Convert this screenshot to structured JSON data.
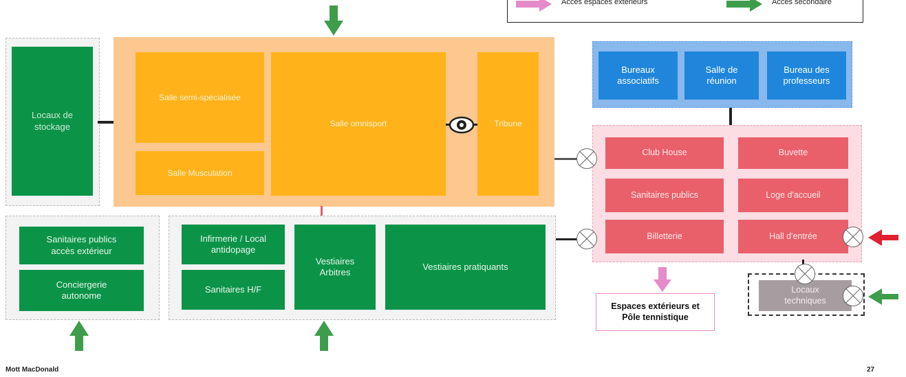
{
  "legend": {
    "item1": "Accès espaces extérieurs",
    "item2": "Accès secondaire",
    "item1_color": "#e58bc9",
    "item2_color": "#3e9d4b"
  },
  "spaces": {
    "locaux_stockage": "Locaux de\nstockage",
    "salle_semi": "Salle semi-spécialisée",
    "salle_musculation": "Salle Musculation",
    "salle_omnisport": "Salle omnisport",
    "tribune": "Tribune",
    "bureaux_associatifs": "Bureaux\nassociatifs",
    "salle_reunion": "Salle de\nréunion",
    "bureau_professeurs": "Bureau des\nprofesseurs",
    "club_house": "Club House",
    "buvette": "Buvette",
    "sanitaires_publics": "Sanitaires publics",
    "loge_accueil": "Loge d'accueil",
    "billetterie": "Billetterie",
    "hall_entree": "Hall d'entrée",
    "sanitaires_ext": "Sanitaires publics\naccès extérieur",
    "conciergerie": "Conciergerie\nautonome",
    "infirmerie": "Infirmerie / Local\nantidopage",
    "sanitaires_hf": "Sanitaires H/F",
    "vestiaires_arbitres": "Vestiaires\nArbitres",
    "vestiaires_pratiquants": "Vestiaires pratiquants",
    "espaces_exterieurs": "Espaces extérieurs et\nPôle tennistique",
    "locaux_techniques": "Locaux\ntechniques"
  },
  "colors": {
    "green": "#0b9448",
    "orange": "#ffb21a",
    "orange_zone": "#fcc88f",
    "blue": "#1f86dc",
    "blue_zone": "#88b8ec",
    "red": "#e9606a",
    "pink_zone": "#fbdde3",
    "red_arrow": "#e0202e",
    "green_arrow": "#3e9d4b",
    "pink_arrow": "#e58bc9"
  },
  "footer": {
    "company": "Mott MacDonald",
    "page": "27"
  }
}
